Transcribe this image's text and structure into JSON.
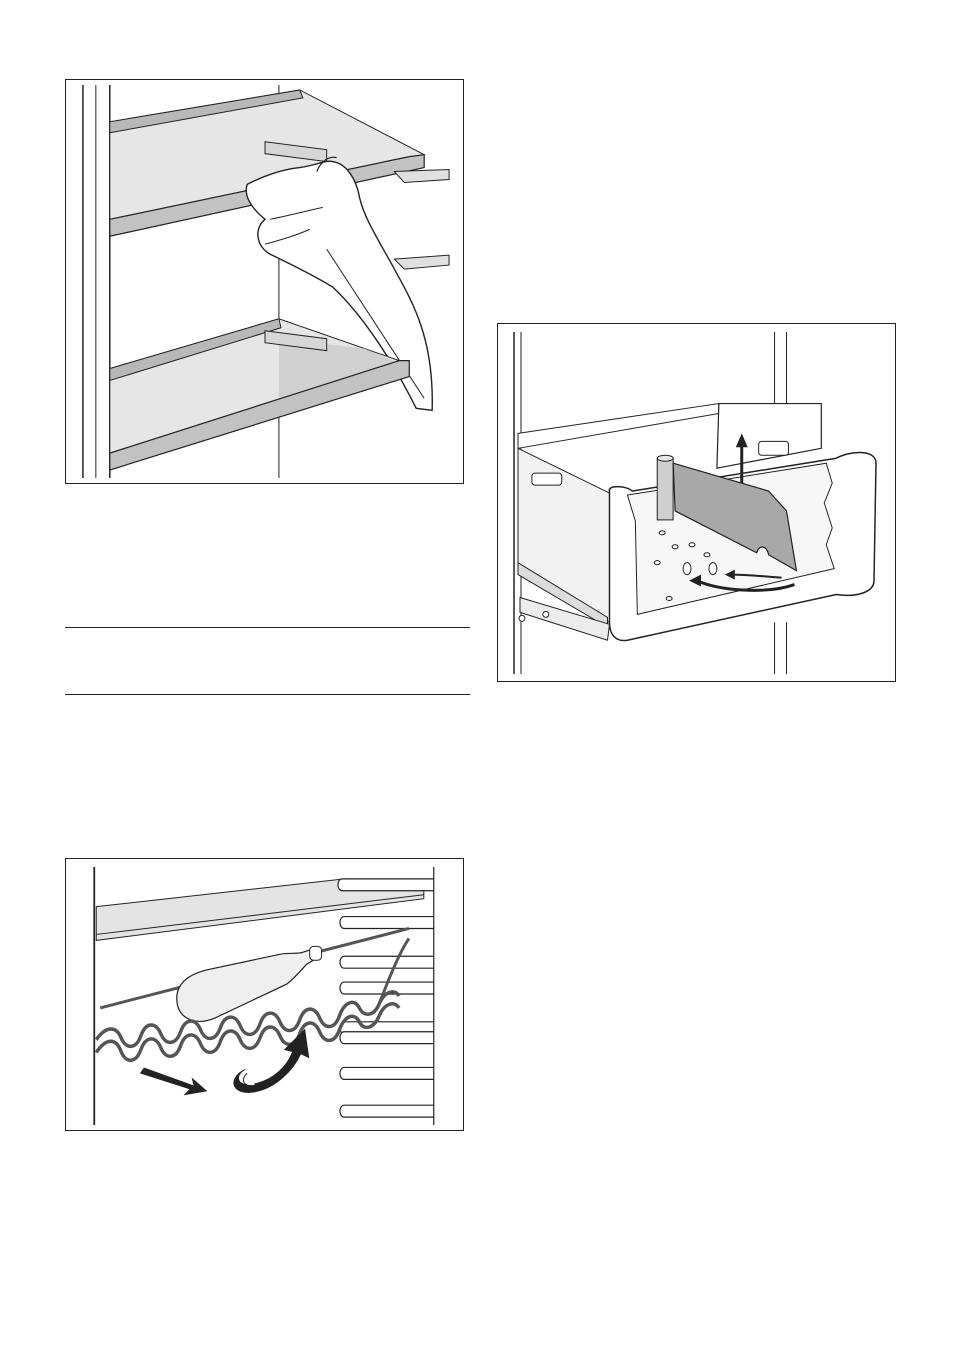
{
  "page": {
    "figures": [
      {
        "id": "shelf",
        "icon": "shelf-removal-illustration"
      },
      {
        "id": "drawer",
        "icon": "drawer-divider-illustration"
      },
      {
        "id": "bottle",
        "icon": "bottle-rack-illustration"
      }
    ],
    "colors": {
      "line": "#222222",
      "shelf_fill": "#dcdcdc",
      "shelf_edge": "#b4b4b4",
      "divider_fill": "#a8a8a8",
      "rack_wire": "#555555"
    }
  }
}
